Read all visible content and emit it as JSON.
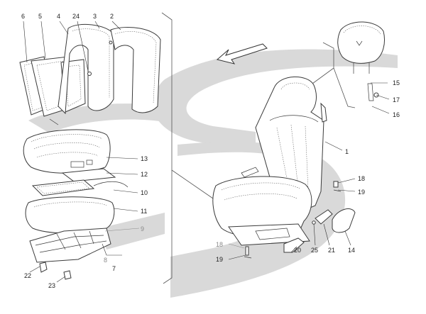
{
  "callouts": {
    "c6": "6",
    "c5": "5",
    "c4": "4",
    "c24": "24",
    "c3": "3",
    "c2": "2",
    "c13": "13",
    "c12": "12",
    "c10": "10",
    "c11": "11",
    "c9": "9",
    "c8": "8",
    "c7": "7",
    "c22": "22",
    "c23": "23",
    "c15": "15",
    "c17": "17",
    "c16": "16",
    "c1": "1",
    "c18a": "18",
    "c19a": "19",
    "c18b": "18",
    "c19b": "19",
    "c20": "20",
    "c25": "25",
    "c21": "21",
    "c14": "14"
  },
  "colors": {
    "watermark": "#d9d9d9",
    "line": "#3a3a3a",
    "grey_label": "#8a8a8a",
    "background": "#ffffff"
  }
}
